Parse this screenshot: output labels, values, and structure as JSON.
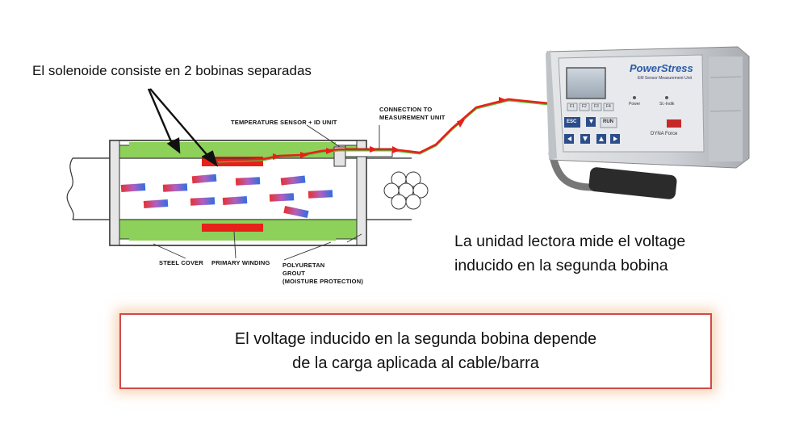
{
  "callout": "El solenoide consiste en 2 bobinas separadas",
  "labels": {
    "temp_sensor": "TEMPERATURE SENSOR + ID UNIT",
    "connection_1": "CONNECTION TO",
    "connection_2": "MEASUREMENT UNIT",
    "steel_cover": "STEEL COVER",
    "primary_winding": "PRIMARY WINDING",
    "polyuretan_1": "POLYURETAN",
    "polyuretan_2": "GROUT",
    "polyuretan_3": "(MOISTURE PROTECTION)"
  },
  "reader_text": {
    "line1": "La unidad lectora mide el voltage",
    "line2": "inducido en la segunda bobina"
  },
  "box_text": {
    "line1": "El voltage inducido en la segunda bobina depende",
    "line2": "de la carga aplicada al cable/barra"
  },
  "device": {
    "brand": "PowerStress",
    "subtitle": "EM Sensor Measurement Unit",
    "keys_top": [
      "F1",
      "F2",
      "F3",
      "F4"
    ],
    "esc": "ESC",
    "run": "RUN",
    "power": "Power",
    "status": "St.-Indik",
    "logo": "DYNA Force"
  },
  "colors": {
    "coil_green": "#8dd05a",
    "winding_red": "#e8201a",
    "box_border": "#d14a4a"
  }
}
